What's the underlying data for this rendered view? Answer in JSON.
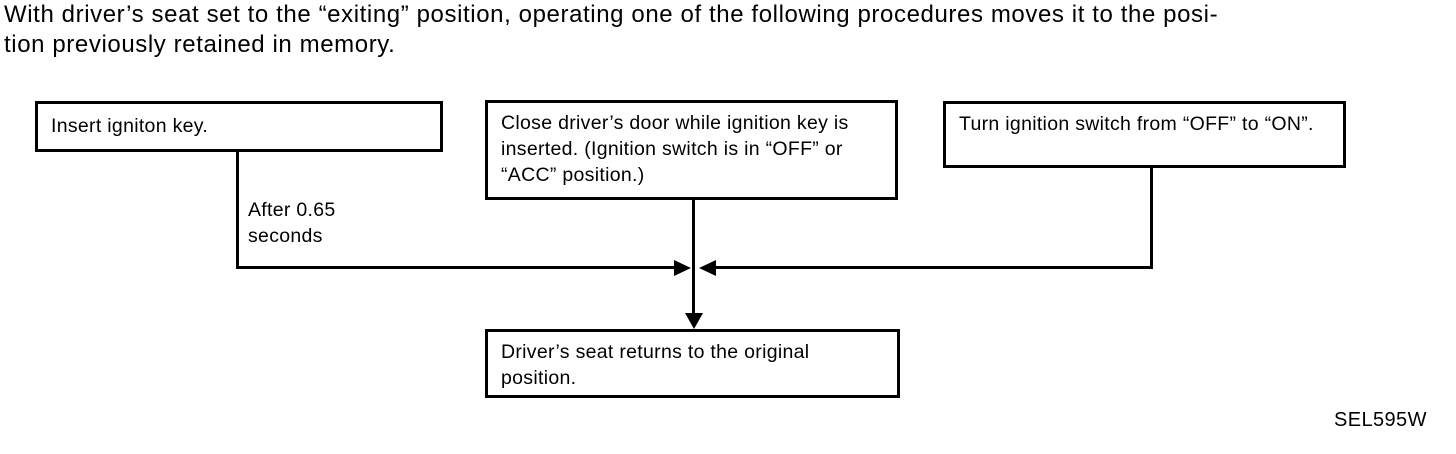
{
  "header": {
    "line1": "With driver’s seat set to the “exiting” position, operating one of the following procedures moves it to the posi-",
    "line2": "tion previously retained in memory."
  },
  "flowchart": {
    "box_insert_key": "Insert igniton key.",
    "box_close_door": "Close driver’s door while ignition key is inserted. (Ignition switch is in “OFF” or “ACC” position.)",
    "box_turn_switch": "Turn ignition switch from “OFF” to “ON”.",
    "box_result": "Driver’s seat returns to the original position.",
    "delay_label": "After 0.65 seconds"
  },
  "figure_code": "SEL595W",
  "colors": {
    "ink": "#000000",
    "background": "#ffffff"
  }
}
